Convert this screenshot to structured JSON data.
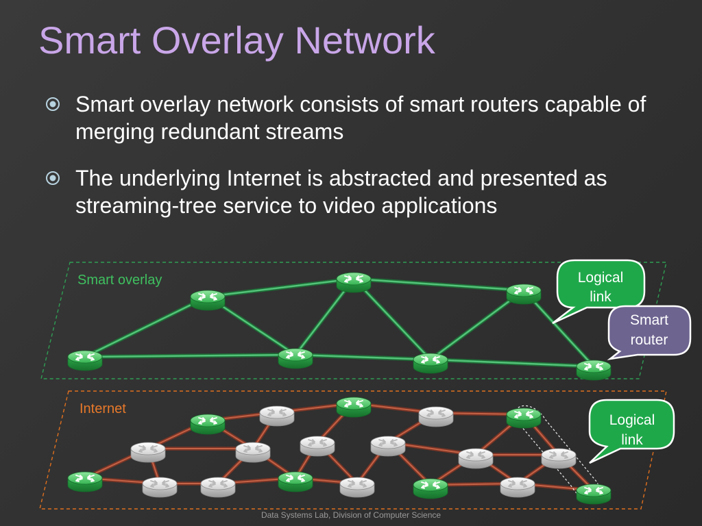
{
  "slide": {
    "title": "Smart Overlay Network",
    "bullets": [
      "Smart overlay network consists of smart routers capable of merging redundant streams",
      "The underlying Internet is abstracted and presented as streaming-tree service to video applications"
    ],
    "footer": "Data Systems Lab, Division of Computer Science"
  },
  "diagram": {
    "overlay_label": "Smart overlay",
    "internet_label": "Internet",
    "callout_logical_link_top": [
      "Logical",
      "link"
    ],
    "callout_smart_router": [
      "Smart",
      "router"
    ],
    "callout_logical_link_bottom": [
      "Logical",
      "link"
    ]
  },
  "colors": {
    "title": "#c9a6e8",
    "smart_router": "#2fb34e",
    "plain_router": "#e0e0e0",
    "overlay_plane": "#2f9e54",
    "internet_plane": "#e0701e",
    "internet_link": "#b5533a",
    "logical_callout": "#1fa84a",
    "router_callout": "#6e6490"
  },
  "icons": {
    "bullet": "circle-dot-icon",
    "router": "router-arrows-icon"
  }
}
